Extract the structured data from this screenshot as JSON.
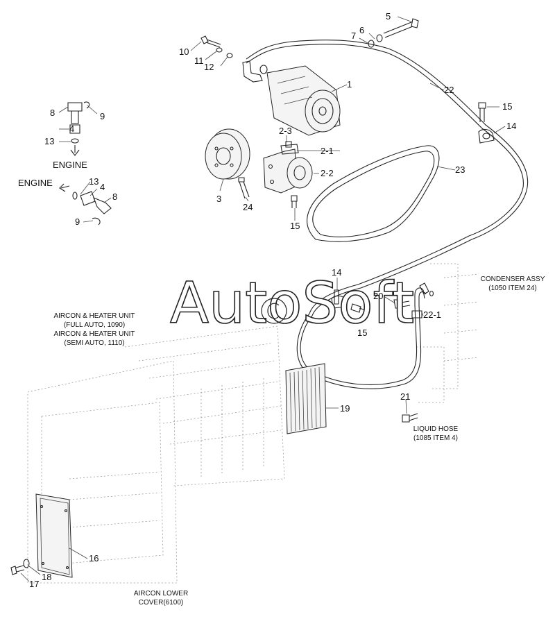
{
  "watermark": "AutoSoft",
  "callouts": {
    "c1": "1",
    "c2_1": "2-1",
    "c2_2": "2-2",
    "c2_3": "2-3",
    "c3": "3",
    "c4a": "4",
    "c4b": "4",
    "c5": "5",
    "c6": "6",
    "c7": "7",
    "c8a": "8",
    "c8b": "8",
    "c9a": "9",
    "c9b": "9",
    "c10": "10",
    "c11": "11",
    "c12": "12",
    "c13a": "13",
    "c13b": "13",
    "c14a": "14",
    "c14b": "14",
    "c15a": "15",
    "c15b": "15",
    "c15c": "15",
    "c16": "16",
    "c17": "17",
    "c18": "18",
    "c19": "19",
    "c20": "20",
    "c21": "21",
    "c22": "22",
    "c22_1": "22-1",
    "c23": "23",
    "c24": "24"
  },
  "engine_labels": {
    "top": "ENGINE",
    "left": "ENGINE"
  },
  "captions": {
    "condenser_1": "CONDENSER ASSY",
    "condenser_2": "(1050 ITEM 24)",
    "aircon_1": "AIRCON & HEATER UNIT",
    "aircon_2": "(FULL AUTO, 1090)",
    "aircon_3": "AIRCON & HEATER UNIT",
    "aircon_4": "(SEMI AUTO, 1110)",
    "liquid_1": "LIQUID HOSE",
    "liquid_2": "(1085 ITEM 4)",
    "lower_1": "AIRCON LOWER",
    "lower_2": "COVER(6100)"
  }
}
